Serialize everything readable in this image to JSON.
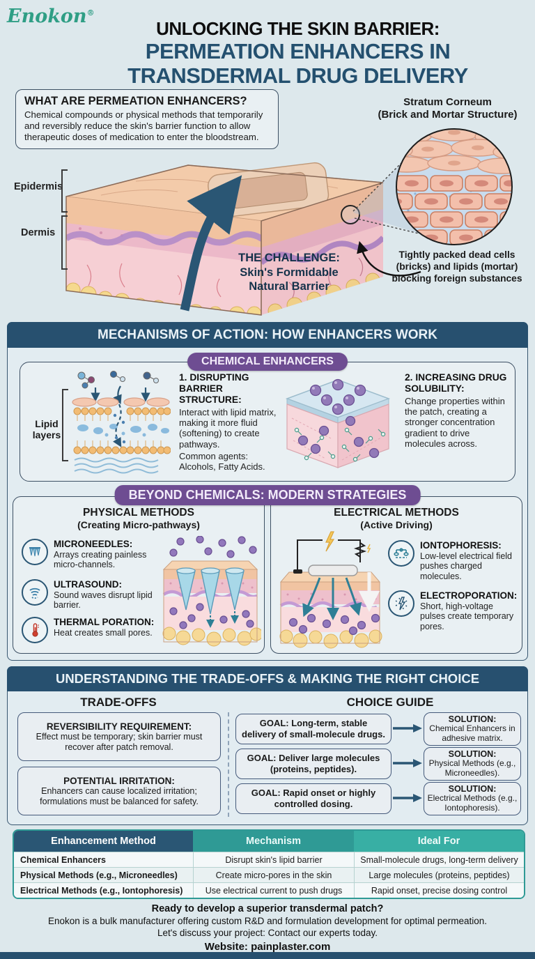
{
  "brand": {
    "logo": "Enokon",
    "reg": "®"
  },
  "header": {
    "title_line1": "UNLOCKING THE SKIN BARRIER:",
    "title_line2": "PERMEATION ENHANCERS IN",
    "title_line3": "TRANSDERMAL DRUG DELIVERY"
  },
  "hero": {
    "what_box": {
      "title": "WHAT ARE PERMEATION ENHANCERS?",
      "body": "Chemical compounds or physical methods that temporarily and reversibly reduce the skin's barrier function to allow therapeutic doses of medication to enter the bloodstream."
    },
    "stratum": {
      "title_line1": "Stratum Corneum",
      "title_line2": "(Brick and Mortar Structure)",
      "caption": "Tightly packed dead cells (bricks) and lipids (mortar) blocking foreign substances"
    },
    "labels": {
      "epidermis": "Epidermis",
      "dermis": "Dermis"
    },
    "challenge": {
      "line1": "THE CHALLENGE:",
      "line2": "Skin's Formidable",
      "line3": "Natural Barrier"
    }
  },
  "mechanisms": {
    "header": "MECHANISMS OF ACTION: HOW ENHANCERS WORK",
    "chemical": {
      "pill": "CHEMICAL ENHANCERS",
      "lipid_label": "Lipid layers",
      "item1": {
        "title": "1. DISRUPTING BARRIER STRUCTURE:",
        "body": "Interact with lipid matrix, making it more fluid (softening) to create pathways.",
        "agents": "Common agents: Alcohols, Fatty Acids."
      },
      "item2": {
        "title": "2. INCREASING DRUG SOLUBILITY:",
        "body": "Change properties within the patch, creating a stronger concentration gradient to drive molecules across."
      }
    },
    "beyond": {
      "banner": "BEYOND CHEMICALS: MODERN STRATEGIES",
      "physical": {
        "title": "PHYSICAL METHODS",
        "subtitle": "(Creating Micro-pathways)",
        "items": [
          {
            "icon": "microneedles-icon",
            "title": "MICRONEEDLES:",
            "body": "Arrays creating painless micro-channels."
          },
          {
            "icon": "ultrasound-icon",
            "title": "ULTRASOUND:",
            "body": "Sound waves disrupt lipid barrier."
          },
          {
            "icon": "thermometer-icon",
            "title": "THERMAL PORATION:",
            "body": "Heat creates small pores."
          }
        ]
      },
      "electrical": {
        "title": "ELECTRICAL METHODS",
        "subtitle": "(Active Driving)",
        "items": [
          {
            "icon": "iontophoresis-icon",
            "title": "IONTOPHORESIS:",
            "body": "Low-level electrical field pushes charged molecules."
          },
          {
            "icon": "electroporation-icon",
            "title": "ELECTROPORATION:",
            "body": "Short, high-voltage pulses create temporary pores."
          }
        ]
      }
    }
  },
  "tradeoffs": {
    "header": "UNDERSTANDING THE TRADE-OFFS & MAKING THE RIGHT CHOICE",
    "left_title": "TRADE-OFFS",
    "right_title": "CHOICE GUIDE",
    "boxes": [
      {
        "title": "REVERSIBILITY REQUIREMENT:",
        "body": "Effect must be temporary; skin barrier must recover after patch removal."
      },
      {
        "title": "POTENTIAL IRRITATION:",
        "body": "Enhancers can cause localized irritation; formulations must be balanced for safety."
      }
    ],
    "choices": [
      {
        "goal": "GOAL: Long-term, stable delivery of small-molecule drugs.",
        "solution_title": "SOLUTION:",
        "solution_body": "Chemical Enhancers in adhesive matrix."
      },
      {
        "goal": "GOAL: Deliver large molecules (proteins, peptides).",
        "solution_title": "SOLUTION:",
        "solution_body": "Physical Methods (e.g., Microneedles)."
      },
      {
        "goal": "GOAL: Rapid onset or highly controlled dosing.",
        "solution_title": "SOLUTION:",
        "solution_body": "Electrical Methods (e.g., Iontophoresis)."
      }
    ]
  },
  "table": {
    "headers": [
      "Enhancement Method",
      "Mechanism",
      "Ideal For"
    ],
    "rows": [
      [
        "Chemical Enhancers",
        "Disrupt skin's lipid barrier",
        "Small-molecule drugs, long-term delivery"
      ],
      [
        "Physical Methods (e.g., Microneedles)",
        "Create micro-pores in the skin",
        "Large molecules (proteins, peptides)"
      ],
      [
        "Electrical Methods (e.g., Iontophoresis)",
        "Use electrical current to push drugs",
        "Rapid onset, precise dosing control"
      ]
    ]
  },
  "footer": {
    "line1": "Ready to develop a superior transdermal patch?",
    "line2": "Enokon is a bulk manufacturer offering custom R&D and formulation development for optimal permeation.",
    "line3": "Let's discuss your project: Contact our experts today.",
    "line4": "Website: painplaster.com"
  },
  "colors": {
    "navy": "#27506f",
    "purple": "#6e4d92",
    "logo_teal": "#2f9e85",
    "table_teal": "#2f9a95",
    "table_teal_light": "#38afa4"
  }
}
